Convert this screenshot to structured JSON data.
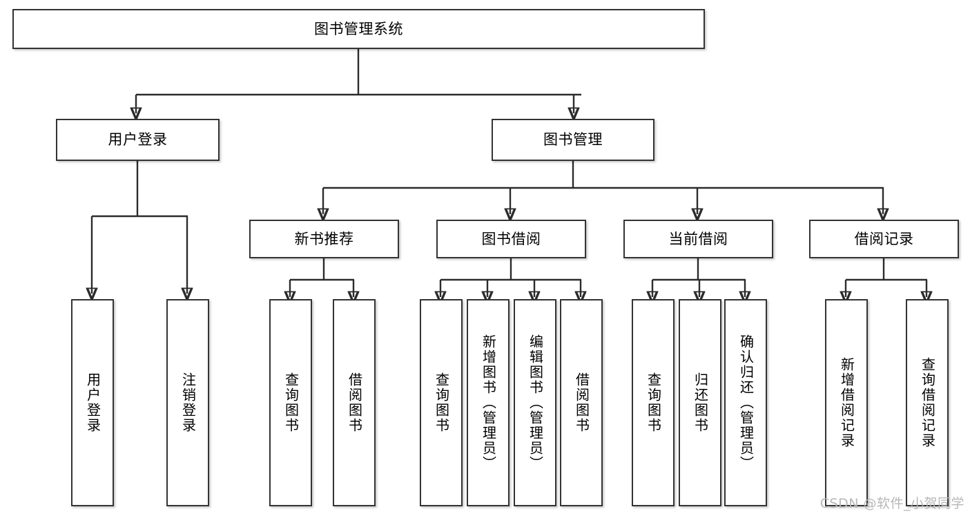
{
  "diagram": {
    "type": "tree-hierarchy",
    "title": "图书管理系统",
    "watermark": "CSDN @软件_小贺同学",
    "colors": {
      "box_border": "#333333",
      "box_fill": "#ffffff",
      "edge": "#2b2b2b",
      "text": "#000000",
      "watermark": "#b7b7b7",
      "background": "#ffffff"
    },
    "nodes": {
      "root": {
        "label": "图书管理系统"
      },
      "level2": [
        {
          "id": "user-login",
          "label": "用户登录"
        },
        {
          "id": "book-management",
          "label": "图书管理"
        }
      ],
      "level3": [
        {
          "id": "new-book-recommend",
          "label": "新书推荐"
        },
        {
          "id": "book-borrow",
          "label": "图书借阅"
        },
        {
          "id": "current-borrow",
          "label": "当前借阅"
        },
        {
          "id": "borrow-record",
          "label": "借阅记录"
        }
      ],
      "leaves": {
        "user_login": [
          {
            "id": "leaf-user-login",
            "label": "用户登录"
          },
          {
            "id": "leaf-user-logout",
            "label": "注销登录"
          }
        ],
        "new_book_recommend": [
          {
            "id": "leaf-query-book-1",
            "label": "查询图书"
          },
          {
            "id": "leaf-borrow-book-1",
            "label": "借阅图书"
          }
        ],
        "book_borrow": [
          {
            "id": "leaf-query-book-2",
            "label": "查询图书"
          },
          {
            "id": "leaf-add-book",
            "label": "新增图书（管理员）"
          },
          {
            "id": "leaf-edit-book",
            "label": "编辑图书（管理员）"
          },
          {
            "id": "leaf-borrow-book-2",
            "label": "借阅图书"
          }
        ],
        "current_borrow": [
          {
            "id": "leaf-query-book-3",
            "label": "查询图书"
          },
          {
            "id": "leaf-return-book",
            "label": "归还图书"
          },
          {
            "id": "leaf-confirm-return",
            "label": "确认归还（管理员）"
          }
        ],
        "borrow_record": [
          {
            "id": "leaf-add-record",
            "label": "新增借阅记录"
          },
          {
            "id": "leaf-query-record",
            "label": "查询借阅记录"
          }
        ]
      }
    }
  }
}
